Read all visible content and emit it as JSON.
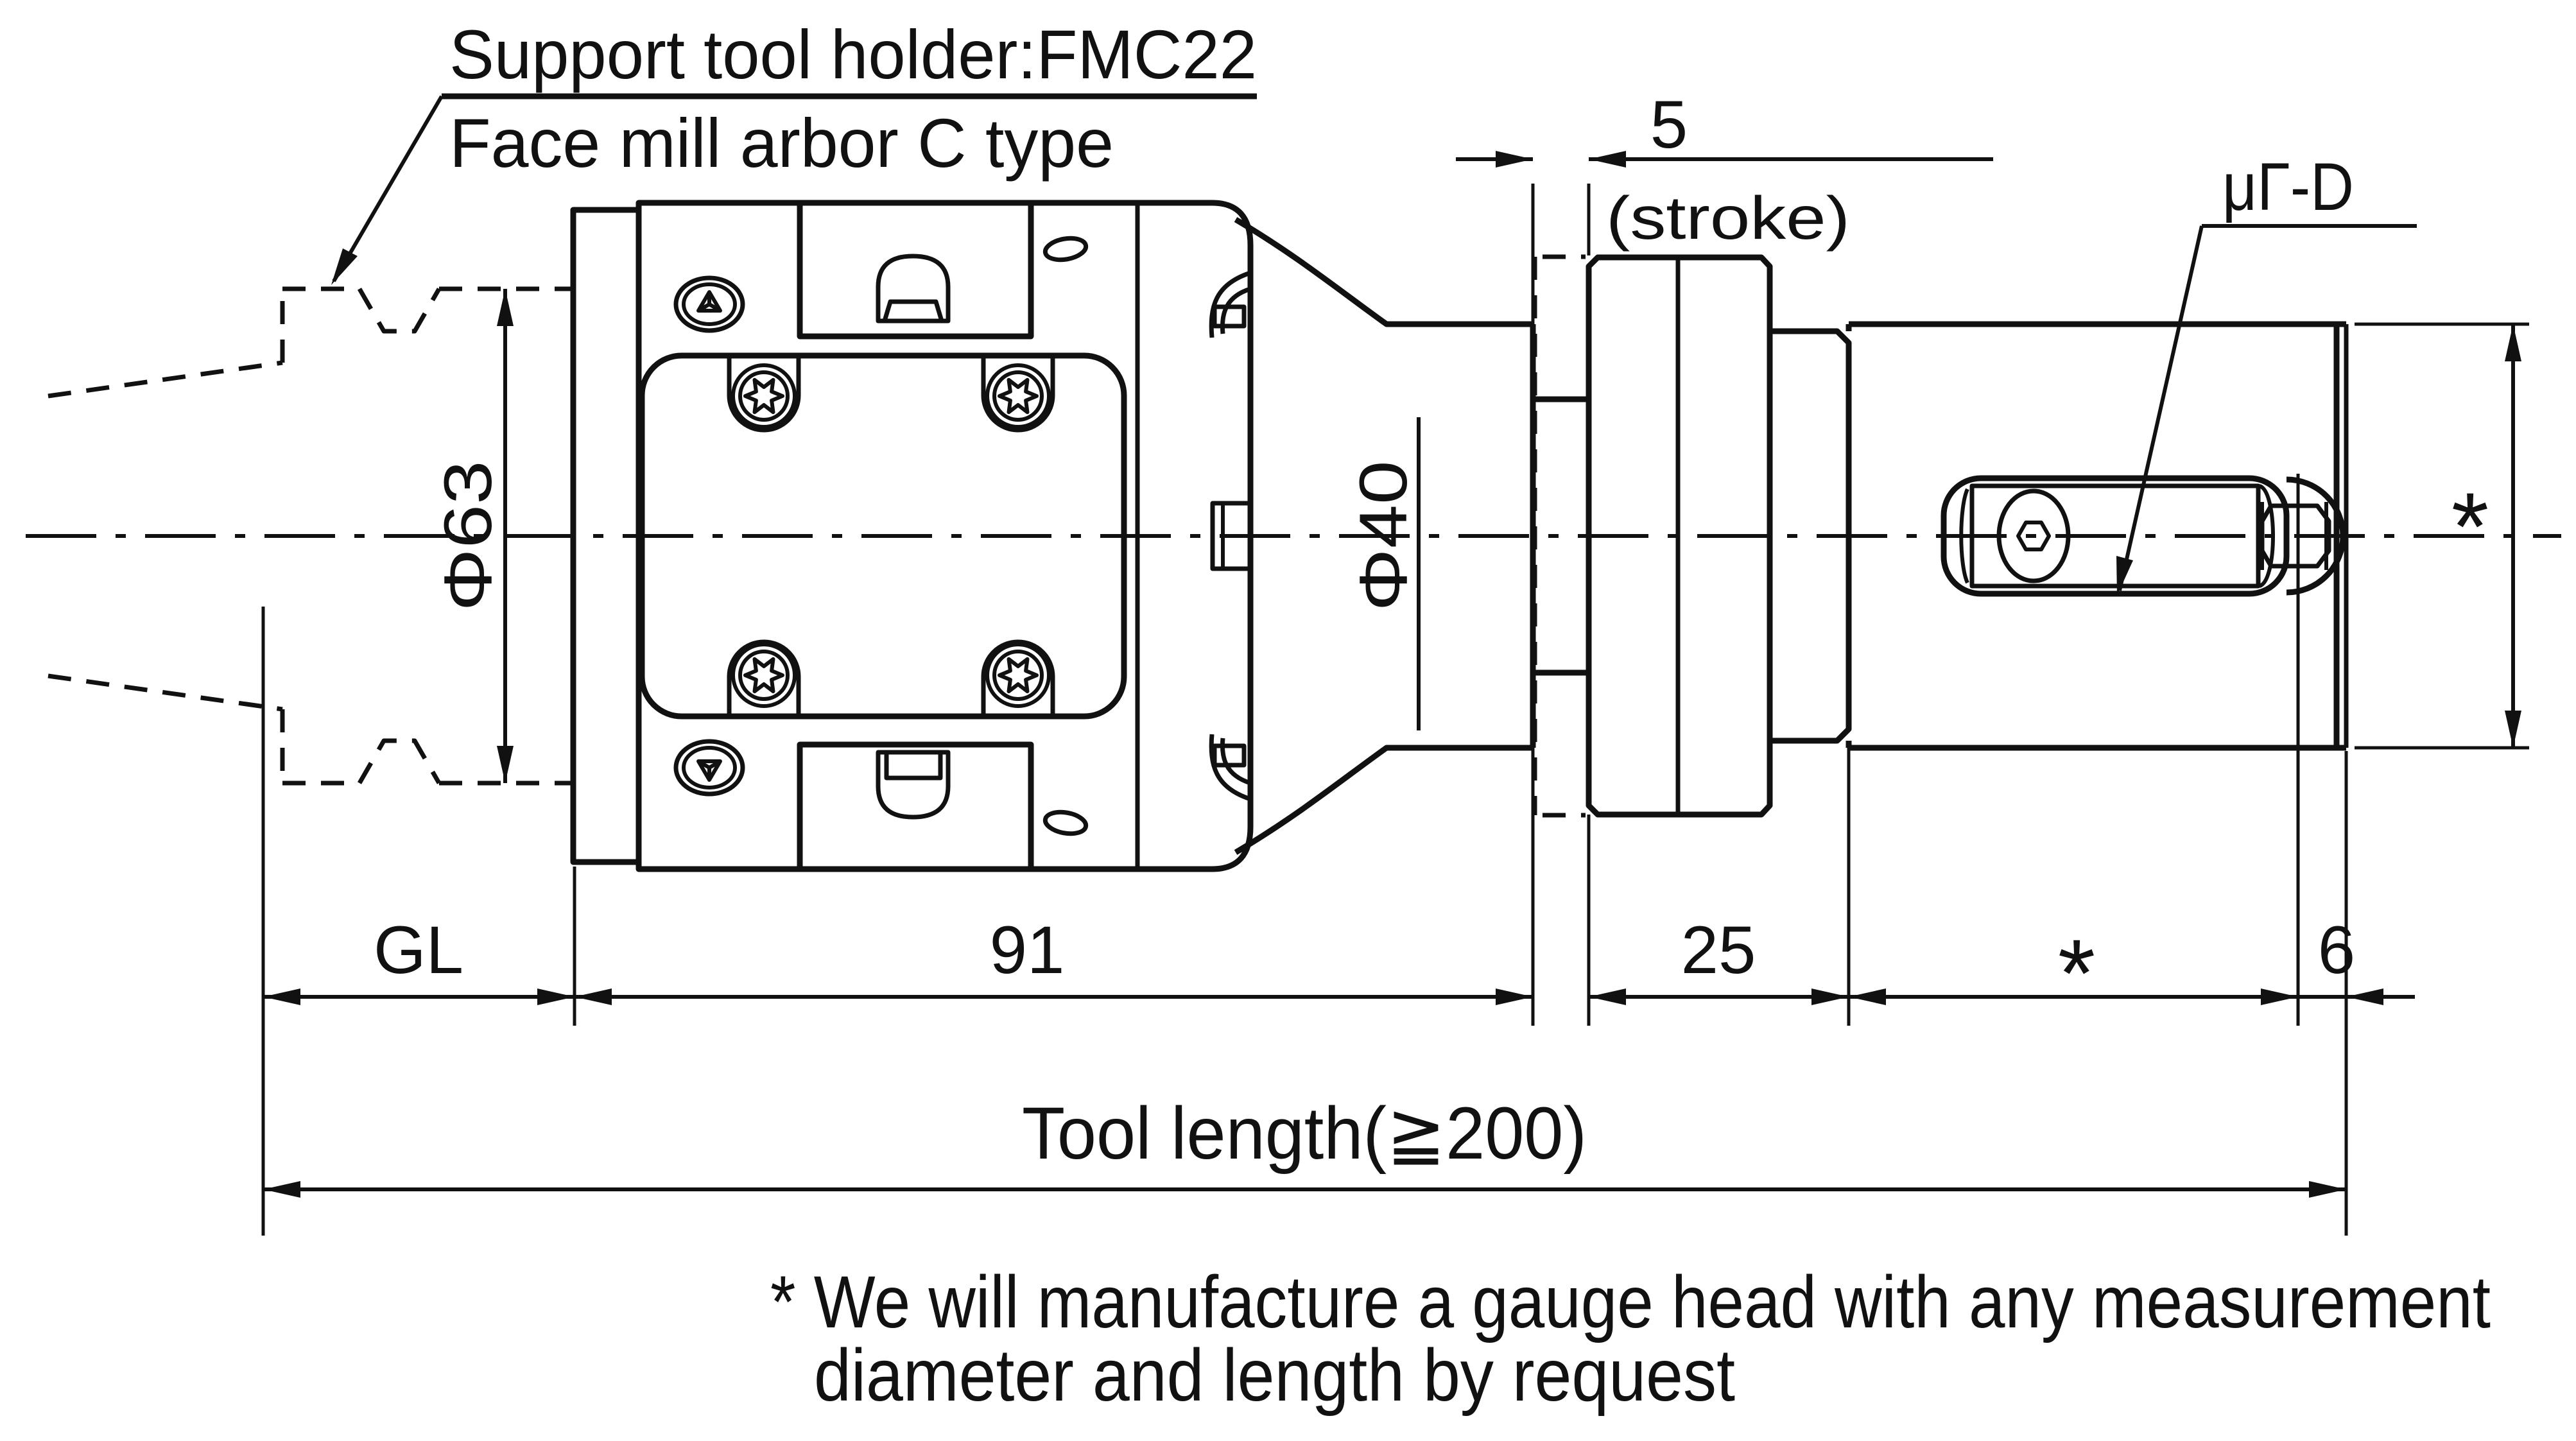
{
  "drawing": {
    "callouts": {
      "support_holder": "Support tool holder:FMC22",
      "arbor_type": "Face mill arbor C type",
      "gauge_model": "μΓ-D"
    },
    "dimensions": {
      "stroke_value": "5",
      "stroke_label": "(stroke)",
      "dia_spindle": "Φ63",
      "dia_body": "Φ40",
      "gauge_length": "GL",
      "body_length": "91",
      "coupling_length": "25",
      "head_length": "*",
      "tip_length": "6",
      "tool_length": "Tool length(≧200)"
    },
    "note": {
      "line1": "* We will manufacture a gauge head with any measurement",
      "line2": "diameter and length by request"
    },
    "colors": {
      "ink": "#111111",
      "background": "#ffffff"
    }
  }
}
